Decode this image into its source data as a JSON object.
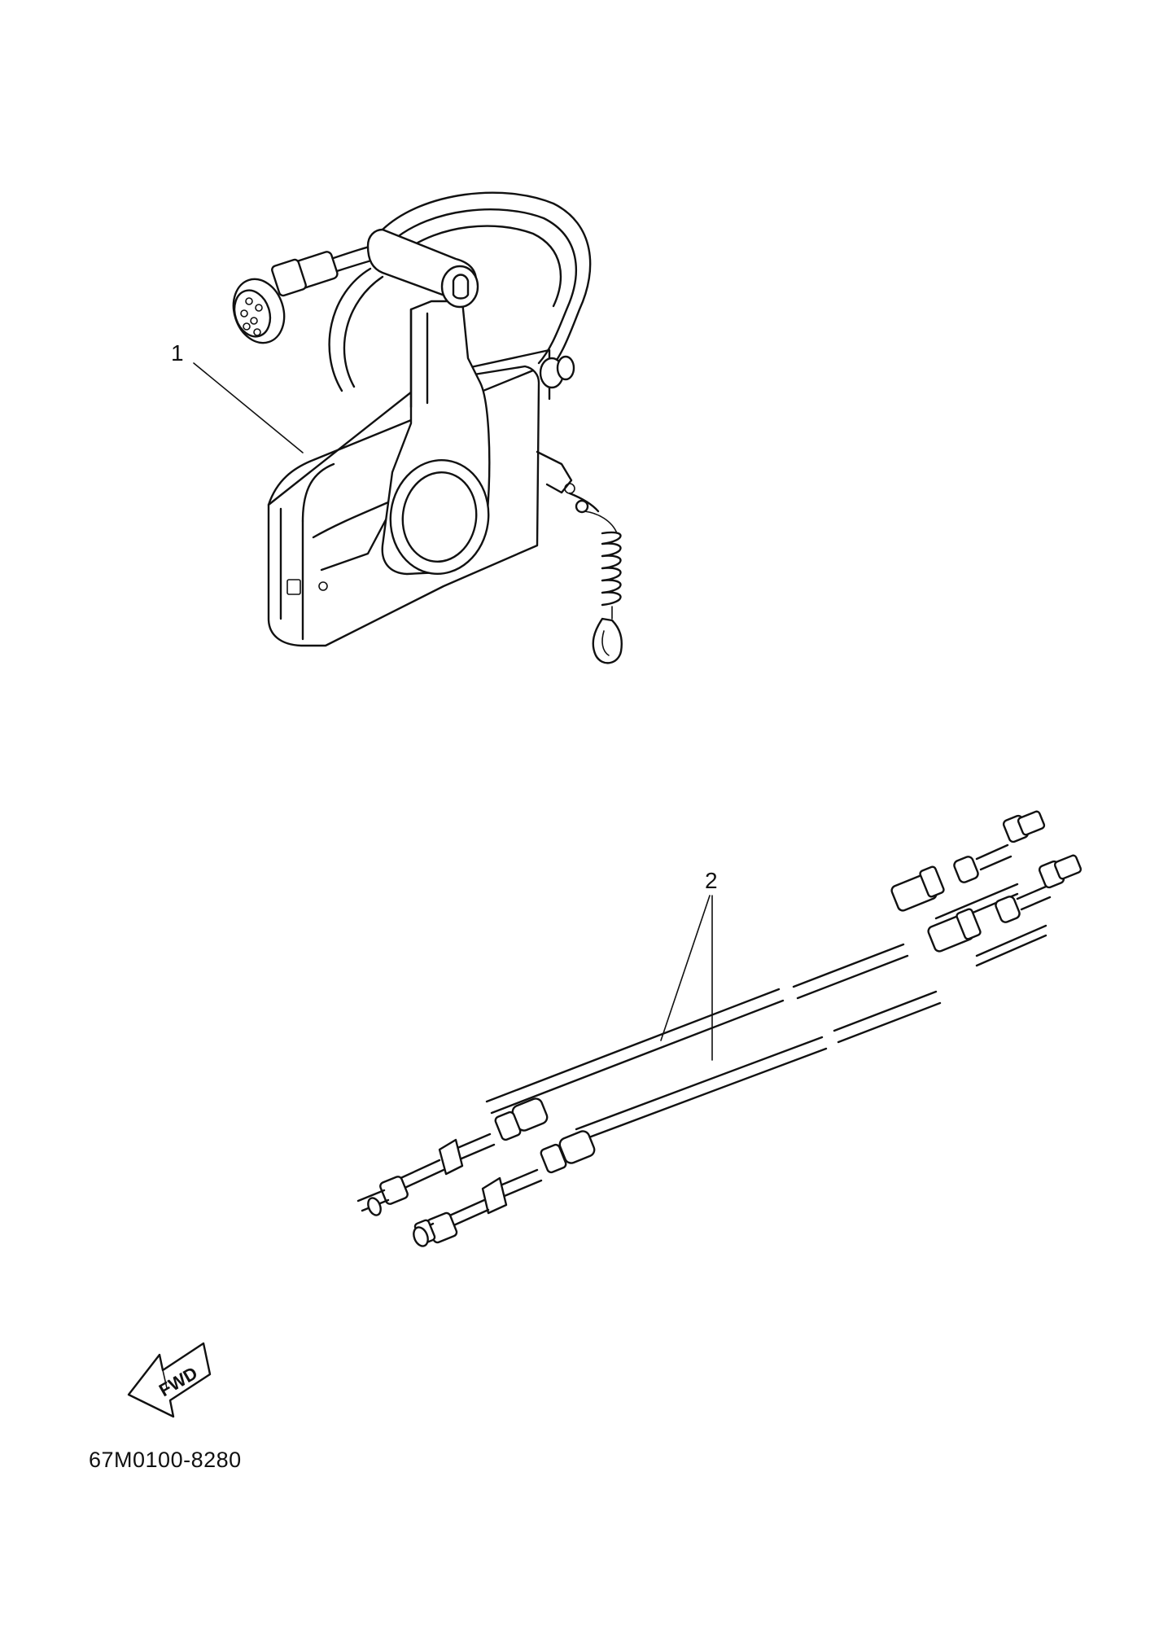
{
  "callouts": [
    {
      "id": "1",
      "label": "1"
    },
    {
      "id": "2",
      "label": "2"
    }
  ],
  "direction_indicator": {
    "text": "FWD",
    "icon": "forward-arrow-icon"
  },
  "part_code": "67M0100-8280",
  "colors": {
    "line": "#111111",
    "background": "#ffffff"
  }
}
